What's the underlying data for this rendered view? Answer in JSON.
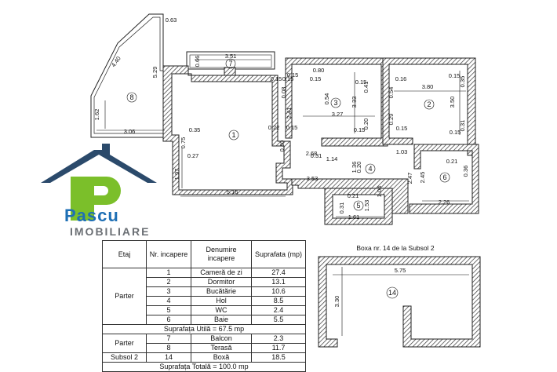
{
  "plan": {
    "dimensions": [
      "0.63",
      "4.40",
      "5.29",
      "1.62",
      "3.06",
      "0.66",
      "3.51",
      "0.15",
      "0.35",
      "0.75",
      "0.27",
      "1.97",
      "5.16",
      "0.08",
      "2.41",
      "0.22",
      "0.80",
      "0.31",
      "2.68",
      "0.15",
      "0.54",
      "3.33",
      "3.27",
      "0.20",
      "0.80",
      "0.41",
      "0.15",
      "0.15",
      "0.16",
      "3.80",
      "0.15",
      "0.35",
      "0.54",
      "3.50",
      "0.29",
      "0.15",
      "0.31",
      "0.15",
      "1.03",
      "0.21",
      "0.36",
      "1.14",
      "1.36",
      "0.20",
      "3.53",
      "0.21",
      "0.31",
      "1.53",
      "1.04",
      "2.47",
      "2.45",
      "2.26",
      "1.61",
      "0.15",
      "0.15",
      "0.15"
    ],
    "room_numbers": [
      "1",
      "2",
      "3",
      "4",
      "5",
      "6",
      "7",
      "8"
    ]
  },
  "logo": {
    "brand": "Pascu",
    "sub": "IMOBILIARE"
  },
  "boxa": {
    "title": "Boxa nr. 14 de la Subsol 2",
    "width_dim": "5.75",
    "height_dim": "3.30",
    "room_number": "14"
  },
  "table": {
    "headers": {
      "etaj": "Etaj",
      "nr": "Nr. incapere",
      "denumire": "Denumire incapere",
      "suprafata": "Suprafata (mp)"
    },
    "parter_label": "Parter",
    "rows_main": [
      {
        "nr": "1",
        "name": "Cameră de zi",
        "area": "27.4"
      },
      {
        "nr": "2",
        "name": "Dormitor",
        "area": "13.1"
      },
      {
        "nr": "3",
        "name": "Bucătărie",
        "area": "10.6"
      },
      {
        "nr": "4",
        "name": "Hol",
        "area": "8.5"
      },
      {
        "nr": "5",
        "name": "WC",
        "area": "2.4"
      },
      {
        "nr": "6",
        "name": "Baie",
        "area": "5.5"
      }
    ],
    "utila": "Suprafața Utilă =  67.5  mp",
    "rows_extra": [
      {
        "etaj": "Parter",
        "nr": "7",
        "name": "Balcon",
        "area": "2.3"
      },
      {
        "etaj": "",
        "nr": "8",
        "name": "Terasă",
        "area": "11.7"
      },
      {
        "etaj": "Subsol 2",
        "nr": "14",
        "name": "Boxă",
        "area": "18.5"
      }
    ],
    "totala": "Suprafața Totală = 100.0 mp"
  }
}
